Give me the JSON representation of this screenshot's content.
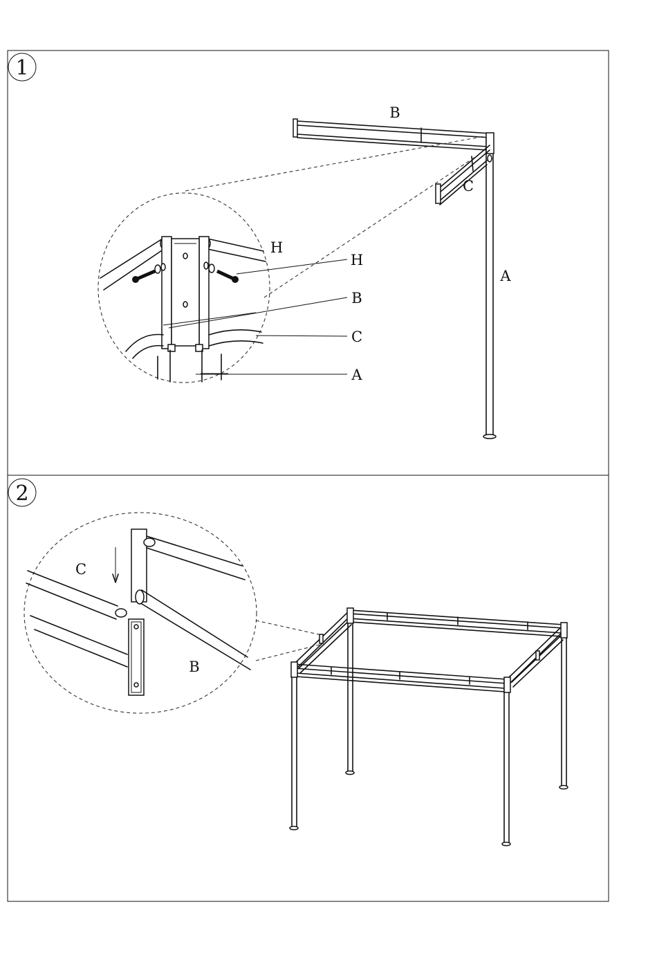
{
  "steps": [
    {
      "number": "1",
      "labels": {
        "beam_b": "B",
        "beam_c": "C",
        "pole_a": "A",
        "detail_h": "H",
        "callout_h": "H",
        "callout_b": "B",
        "callout_c": "C",
        "callout_a": "A"
      }
    },
    {
      "number": "2",
      "labels": {
        "detail_c": "C",
        "detail_b": "B"
      }
    }
  ]
}
